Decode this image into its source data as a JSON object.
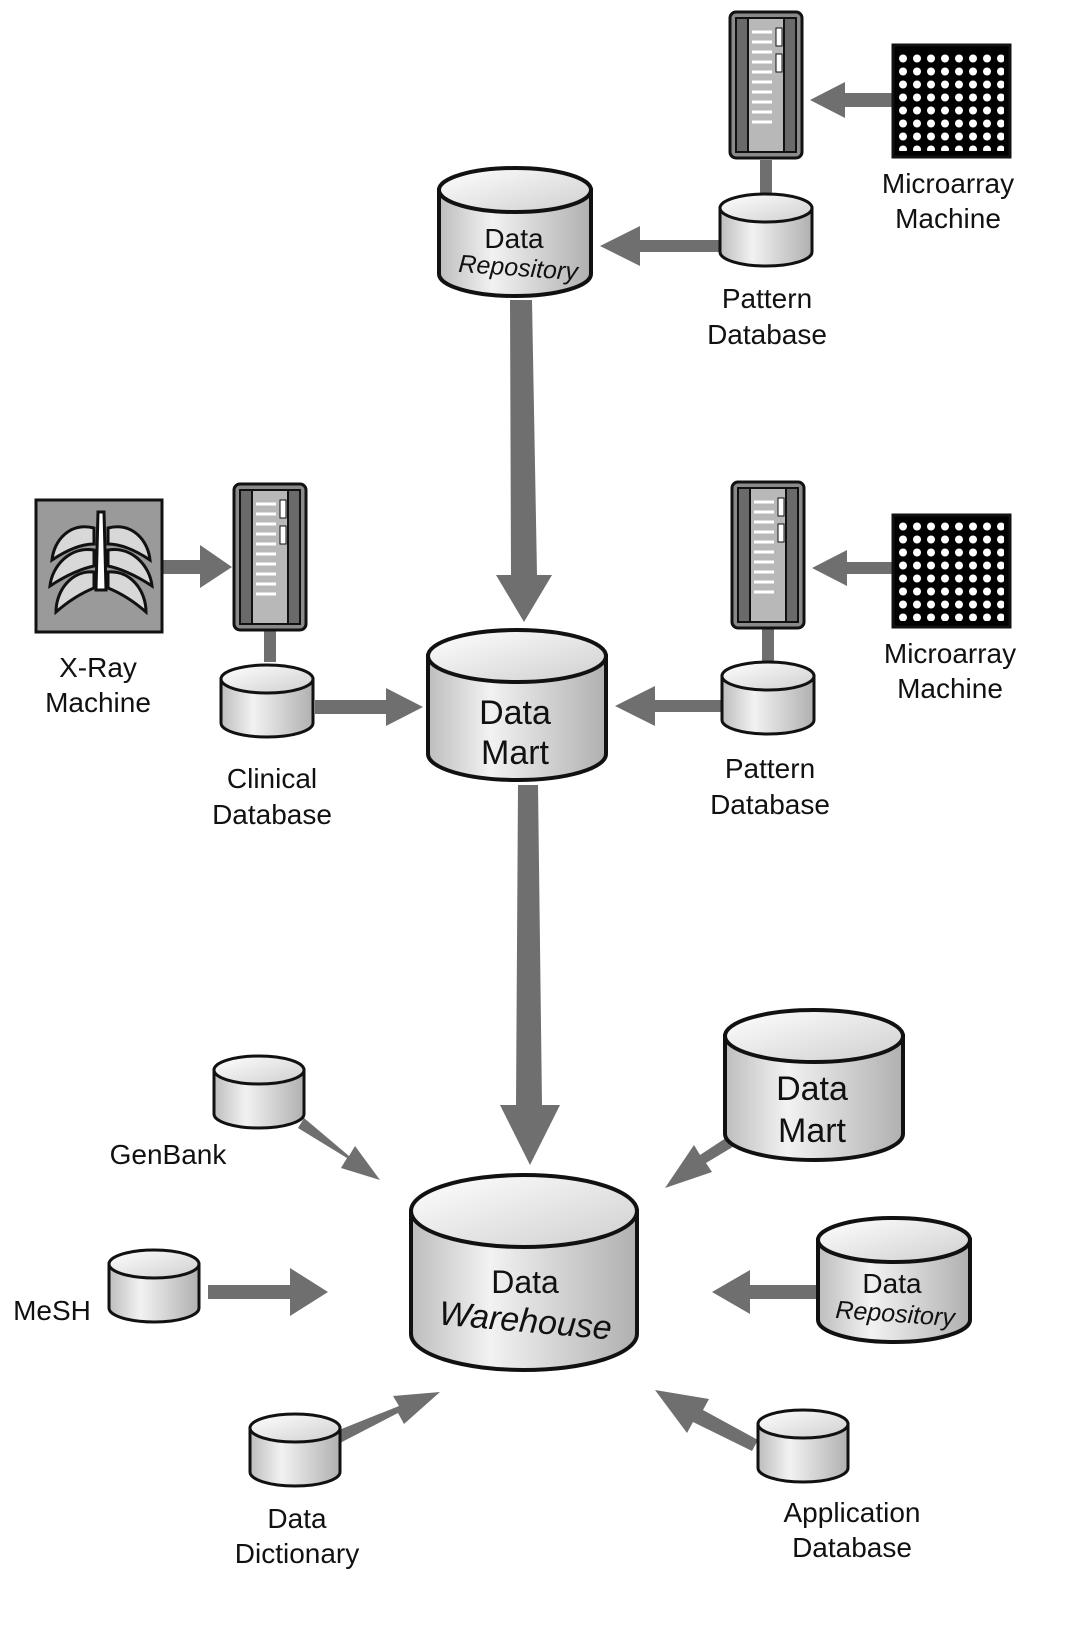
{
  "colors": {
    "arrow": "#6f6f6f",
    "cylinder_outline": "#111111",
    "cylinder_top": "#f4f4f4",
    "cylinder_body": "#d9d9d9",
    "server": "#9a9a9a",
    "background": "#ffffff"
  },
  "icons": {
    "cylinder": "database-cylinder-icon",
    "server": "server-tower-icon",
    "microarray": "microarray-grid-icon",
    "xray": "xray-chest-icon"
  },
  "labels": {
    "repo_top": {
      "line1": "Data",
      "line2": "Repository"
    },
    "microarray_top": {
      "line1": "Microarray",
      "line2": "Machine"
    },
    "pattern_top": {
      "line1": "Pattern",
      "line2": "Database"
    },
    "xray": {
      "line1": "X-Ray",
      "line2": "Machine"
    },
    "clinical": {
      "line1": "Clinical",
      "line2": "Database"
    },
    "mart_center": {
      "line1": "Data",
      "line2": "Mart"
    },
    "microarray_mid": {
      "line1": "Microarray",
      "line2": "Machine"
    },
    "pattern_mid": {
      "line1": "Pattern",
      "line2": "Database"
    },
    "genbank": "GenBank",
    "mesh": "MeSH",
    "warehouse": {
      "line1": "Data",
      "line2": "Warehouse"
    },
    "mart_right": {
      "line1": "Data",
      "line2": "Mart"
    },
    "repo_right": {
      "line1": "Data",
      "line2": "Repository"
    },
    "dictionary": {
      "line1": "Data",
      "line2": "Dictionary"
    },
    "application": {
      "line1": "Application",
      "line2": "Database"
    }
  }
}
